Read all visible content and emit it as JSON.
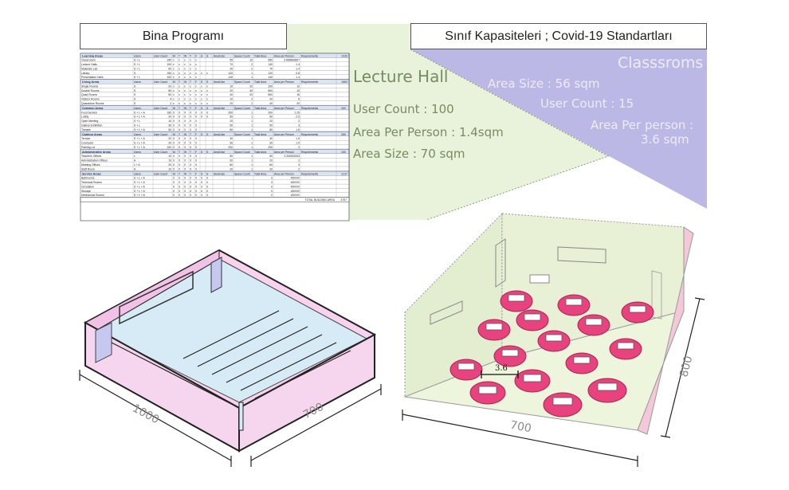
{
  "titles": {
    "program": "Bina Programı",
    "capacity": "Sınıf Kapasiteleri ; Covid-19 Standartları"
  },
  "lecture_hall": {
    "title": "Lecture Hall",
    "user_count": "User Count : 100",
    "area_per_person": "Area Per Person : 1.4sqm",
    "area_size": "Area Size : 70 sqm"
  },
  "classroom": {
    "title": "Classsroms",
    "area_size": "Area Size  : 56 sqm",
    "user_count": "User Count : 15",
    "area_per_person_1": "Area Per person :",
    "area_per_person_2": "3.6 sqm"
  },
  "table": {
    "headers": [
      "Users",
      "User Count",
      "M",
      "T",
      "W",
      "T",
      "F",
      "S",
      "S",
      "Area/Use",
      "Space Count",
      "Total Area",
      "Area per Person",
      "Requirements"
    ],
    "sections": [
      {
        "name": "Learning Areas",
        "total": "1030",
        "rows": [
          [
            "Classrooms",
            "S + L",
            "150",
            "x",
            "x",
            "x",
            "x",
            "x",
            "",
            "",
            "55",
            "10",
            "550",
            "3.666666667",
            ""
          ],
          [
            "Lecture Halls",
            "S + L",
            "100",
            "x",
            "x",
            "x",
            "x",
            "x",
            "",
            "",
            "70",
            "2",
            "140",
            "1.4",
            ""
          ],
          [
            "Materials Lab",
            "S + L",
            "50",
            "x",
            "x",
            "x",
            "x",
            "x",
            "",
            "",
            "25",
            "2",
            "70",
            "1.4",
            ""
          ],
          [
            "Library",
            "S",
            "150",
            "x",
            "x",
            "x",
            "x",
            "x",
            "x",
            "x",
            "120",
            "1",
            "120",
            "0.8",
            ""
          ],
          [
            "Presentation Halls",
            "S + L",
            "100",
            "x",
            "x",
            "x",
            "x",
            "x",
            "",
            "",
            "140",
            "1",
            "140",
            "1.4",
            ""
          ]
        ]
      },
      {
        "name": "Living Areas",
        "total": "1860",
        "rows": [
          [
            "Single Rooms",
            "S",
            "20",
            "x",
            "x",
            "x",
            "x",
            "x",
            "x",
            "x",
            "10",
            "20",
            "200",
            "10",
            ""
          ],
          [
            "Double Rooms",
            "S",
            "80",
            "x",
            "x",
            "x",
            "x",
            "x",
            "x",
            "x",
            "20",
            "40",
            "800",
            "10",
            ""
          ],
          [
            "Quad Rooms",
            "S",
            "50",
            "x",
            "x",
            "x",
            "x",
            "x",
            "x",
            "x",
            "40",
            "20",
            "800",
            "16",
            ""
          ],
          [
            "Visitors Rooms",
            "S",
            "4",
            "x",
            "x",
            "x",
            "x",
            "x",
            "x",
            "x",
            "10",
            "2",
            "20",
            "5",
            ""
          ],
          [
            "Quarantine Rooms",
            "S",
            "2",
            "x",
            "x",
            "x",
            "x",
            "x",
            "x",
            "x",
            "20",
            "2",
            "40",
            "20",
            ""
          ]
        ]
      },
      {
        "name": "Common Areas",
        "total": "400",
        "rows": [
          [
            "Food Service",
            "S + L + A",
            "160",
            "X",
            "X",
            "X",
            "X",
            "X",
            "X",
            "X",
            "200",
            "1",
            "200",
            "1.25",
            ""
          ],
          [
            "Lobby",
            "S + L + A",
            "20",
            "X",
            "X",
            "X",
            "X",
            "X",
            "X",
            "X",
            "50",
            "1",
            "50",
            "2.5",
            ""
          ],
          [
            "Open Meeting",
            "S + L",
            "10",
            "X",
            "X",
            "X",
            "X",
            "X",
            "",
            "",
            "20",
            "1",
            "20",
            "2",
            ""
          ],
          [
            "Gallery Exhibition",
            "S + L",
            "30",
            "X",
            "X",
            "X",
            "X",
            "X",
            "",
            "",
            "50",
            "1",
            "50",
            "3",
            ""
          ],
          [
            "Theatre",
            "S + L + A",
            "50",
            "X",
            "X",
            "X",
            "X",
            "X",
            "",
            "",
            "80",
            "1",
            "80",
            "1.6",
            ""
          ]
        ]
      },
      {
        "name": "Outdoor Areas",
        "total": "260",
        "rows": [
          [
            "Terrace",
            "S + L + A",
            "20",
            "X",
            "X",
            "X",
            "X",
            "X",
            "",
            "",
            "30",
            "1",
            "30",
            "1.5",
            ""
          ],
          [
            "Courtyard",
            "S + L + A",
            "20",
            "X",
            "X",
            "X",
            "X",
            "X",
            "",
            "",
            "30",
            "1",
            "30",
            "1.5",
            ""
          ],
          [
            "Parking Lot",
            "S + L + A",
            "100",
            "X",
            "X",
            "X",
            "X",
            "X",
            "",
            "",
            "200",
            "1",
            "200",
            "2",
            ""
          ]
        ]
      },
      {
        "name": "Administrative Areas",
        "total": "150",
        "rows": [
          [
            "Teachers Offices",
            "L",
            "15",
            "X",
            "X",
            "X",
            "X",
            "X",
            "",
            "",
            "50",
            "1",
            "50",
            "3.333333333",
            ""
          ],
          [
            "Administration Offices",
            "A",
            "10",
            "X",
            "X",
            "X",
            "X",
            "X",
            "",
            "",
            "20",
            "1",
            "20",
            "2",
            ""
          ],
          [
            "Meeting Offices",
            "L + A",
            "20",
            "X",
            "X",
            "X",
            "X",
            "X",
            "",
            "",
            "60",
            "1",
            "60",
            "3",
            ""
          ],
          [
            "Staff Room",
            "A",
            "10",
            "X",
            "X",
            "X",
            "X",
            "X",
            "",
            "",
            "20",
            "1",
            "20",
            "2",
            ""
          ]
        ]
      },
      {
        "name": "Service Areas",
        "total": "1137",
        "rows": [
          [
            "Bathrooms",
            "S + L + A",
            "",
            "X",
            "X",
            "X",
            "X",
            "X",
            "X",
            "X",
            "",
            "",
            "0",
            "#DIV/0!",
            ""
          ],
          [
            "Technical Rooms",
            "S + L + A",
            "",
            "X",
            "X",
            "X",
            "X",
            "X",
            "X",
            "X",
            "",
            "",
            "0",
            "#DIV/0!",
            ""
          ],
          [
            "Circulation",
            "S + L + A",
            "",
            "X",
            "X",
            "X",
            "X",
            "X",
            "X",
            "X",
            "",
            "",
            "0",
            "#DIV/0!",
            ""
          ],
          [
            "Storage",
            "S + L + A",
            "",
            "X",
            "X",
            "X",
            "X",
            "X",
            "X",
            "X",
            "",
            "",
            "0",
            "#DIV/0!",
            ""
          ],
          [
            "Mechanical Rooms",
            "S + L + A",
            "",
            "X",
            "X",
            "X",
            "X",
            "X",
            "X",
            "X",
            "",
            "",
            "0",
            "#DIV/0!",
            ""
          ]
        ]
      }
    ],
    "footer_label": "TOTAL BUILDING AREA",
    "footer_total": "4797"
  },
  "dims": {
    "hall_left": "1000",
    "hall_right": "700",
    "class_bottom": "700",
    "class_right": "800",
    "desk_spacing": "3.6"
  },
  "colors": {
    "green_overlay": "#e7f1d8",
    "purple_overlay": "#b9b5e4",
    "pink_wall": "#f6d6ee",
    "floor_blue": "#d9ecf6",
    "class_floor": "#eef6dc",
    "circle_pink": "#e8427f"
  }
}
